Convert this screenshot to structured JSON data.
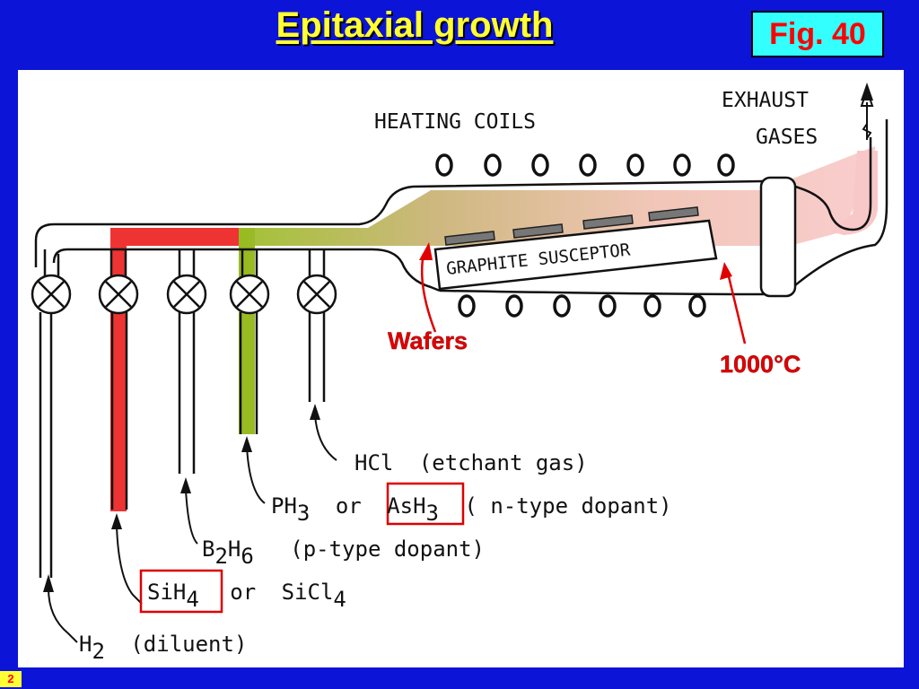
{
  "slide": {
    "title": "Epitaxial growth",
    "figure_label": "Fig. 40",
    "page_number": "2"
  },
  "diagram": {
    "labels": {
      "heating_coils": "HEATING COILS",
      "exhaust_line1": "EXHAUST",
      "exhaust_line2": "GASES",
      "graphite_susceptor": "GRAPHITE SUSCEPTOR",
      "wafers": "Wafers",
      "temperature": "1000°C"
    },
    "gas_inlets": {
      "hcl": {
        "formula": "HCl",
        "note": "(etchant gas)"
      },
      "ph3": {
        "formula": "PH",
        "sub": "3",
        "joiner": "or",
        "alt_formula": "AsH",
        "alt_sub": "3",
        "note": "( n-type dopant)"
      },
      "b2h6": {
        "formula_a": "B",
        "sub_a": "2",
        "formula_b": "H",
        "sub_b": "6",
        "note": "(p-type dopant)"
      },
      "sih4": {
        "formula": "SiH",
        "sub": "4",
        "joiner": "or",
        "alt_formula": "SiCl",
        "alt_sub": "4"
      },
      "h2": {
        "formula": "H",
        "sub": "2",
        "note": "(diluent)"
      }
    },
    "colors": {
      "background": "#0c14d8",
      "title": "#ffff33",
      "figure_badge_bg": "#33ffff",
      "accent_red": "#ff0000",
      "silane_flow": "#ee3333",
      "dopant_flow": "#99bb22",
      "exhaust_flow": "#f8c8c8"
    }
  }
}
